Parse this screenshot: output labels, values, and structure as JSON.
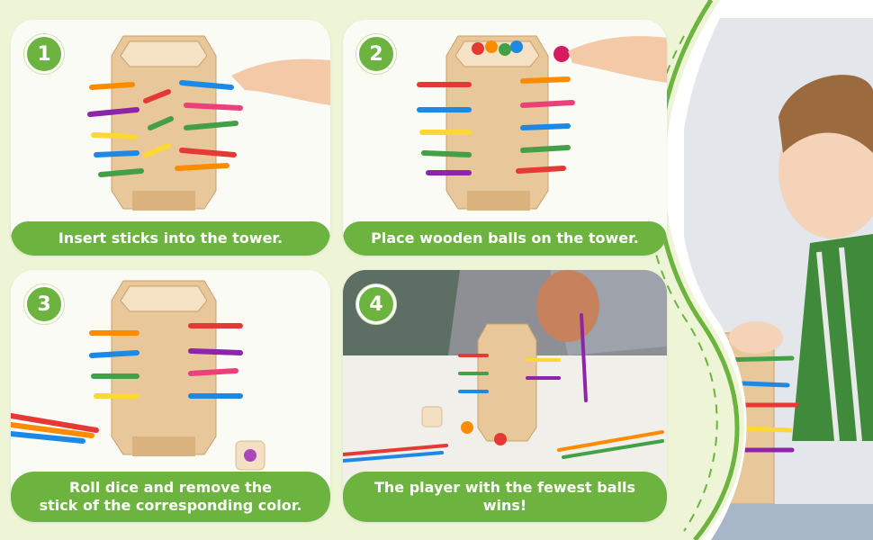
{
  "steps": [
    {
      "number": "1",
      "caption": "Insert sticks into the tower."
    },
    {
      "number": "2",
      "caption": "Place wooden balls on the tower."
    },
    {
      "number": "3",
      "caption_lines": [
        "Roll dice and remove the",
        "stick of the corresponding color."
      ]
    },
    {
      "number": "4",
      "caption_lines": [
        "The player with the fewest balls",
        "wins!"
      ]
    }
  ],
  "colors": {
    "accent_green": "#6db33f",
    "background": "#eef5d6",
    "wood": "#e8c79a",
    "stick_colors": [
      "#e53935",
      "#fb8c00",
      "#fdd835",
      "#43a047",
      "#1e88e5",
      "#8e24aa",
      "#ec407a"
    ]
  },
  "icons": [
    "tower-icon",
    "hand-icon",
    "dice-icon",
    "ball-icon"
  ]
}
